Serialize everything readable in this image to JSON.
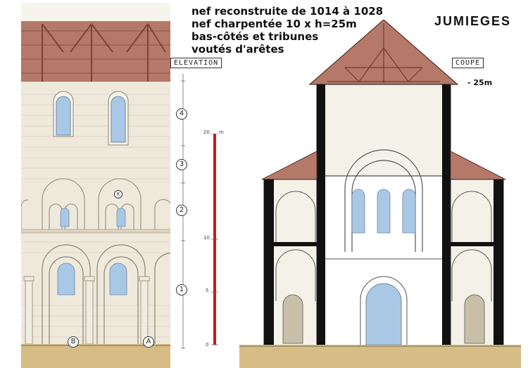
{
  "caption": {
    "line1": "nef reconstruite de 1014 à 1028",
    "line2": "nef charpentée 10 x h=25m",
    "line3": "bas-côtés et tribunes",
    "line4": "voutés d'arêtes"
  },
  "site_title": "JUMIEGES",
  "elevation_label": "ELEVATION",
  "section_label": "COUPE",
  "height_marker": "- 25m",
  "levels": [
    "1",
    "2",
    "3",
    "4"
  ],
  "scale": {
    "unit": "m",
    "ticks": [
      "20",
      "10",
      "5",
      "0"
    ]
  },
  "markers": {
    "pier_b": "B",
    "pier_a": "A",
    "pier_k": "K"
  },
  "colors": {
    "roof": "#a86a5a",
    "stone": "#efeae0",
    "window": "#a9c8e6",
    "ground": "#c7a86a",
    "scale_red": "#c0201e"
  }
}
